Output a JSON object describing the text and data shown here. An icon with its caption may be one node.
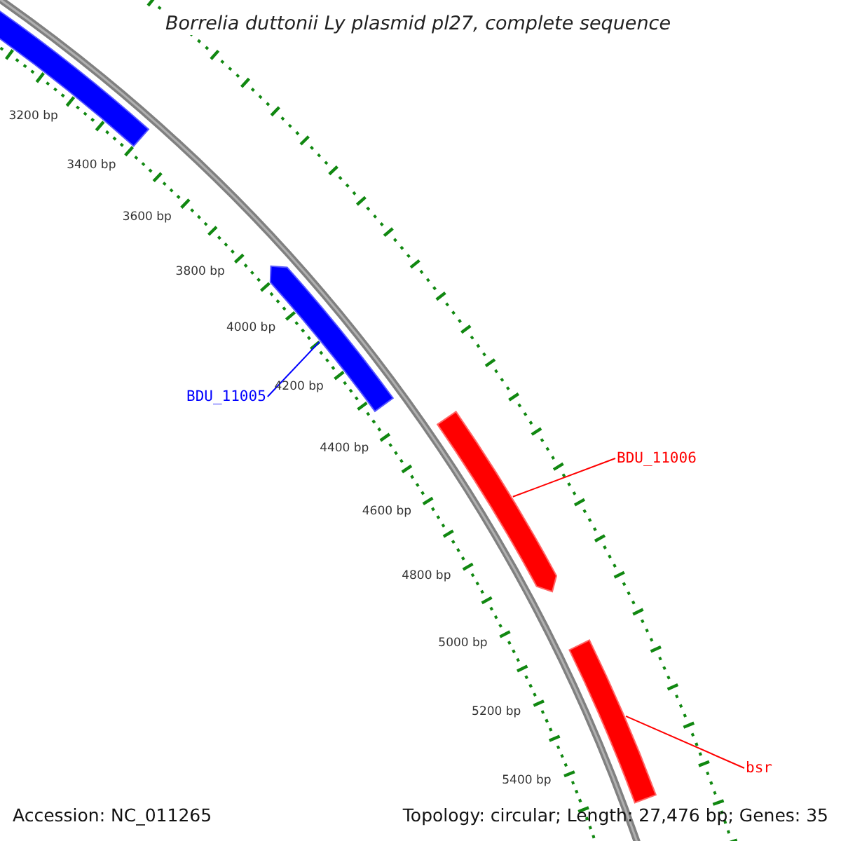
{
  "diagram": {
    "title": "Borrelia duttonii Ly plasmid pl27, complete sequence",
    "nodes": [
      {
        "text": [],
        "shape": "bar"
      },
      {
        "text": [
          "BDU_11005"
        ]
      },
      {
        "text": [],
        "shape": "bar"
      },
      {
        "text": [
          "BDU_11006"
        ]
      },
      {
        "text": [],
        "shape": "bar"
      },
      {
        "text": [
          "bsr"
        ]
      },
      {
        "text": [],
        "shape": "bar"
      }
    ],
    "edges": [
      {
        "from": 1,
        "to": 2,
        "arrow": "none",
        "color": "#0000ff"
      },
      {
        "from": 3,
        "to": 4,
        "arrow": "none"
      },
      {
        "from": 5,
        "to": 6,
        "arrow": "none"
      }
    ],
    "labels": [
      "3200 bp",
      "3400 bp",
      "3600 bp",
      "3800 bp",
      "4000 bp",
      "4200 bp",
      "4400 bp",
      "4600 bp",
      "4800 bp",
      "5000 bp",
      "5200 bp",
      "5400 bp",
      "Accession: NC_011265",
      "Topology: circular; Length: 27,476 bp; Genes: 35"
    ]
  }
}
